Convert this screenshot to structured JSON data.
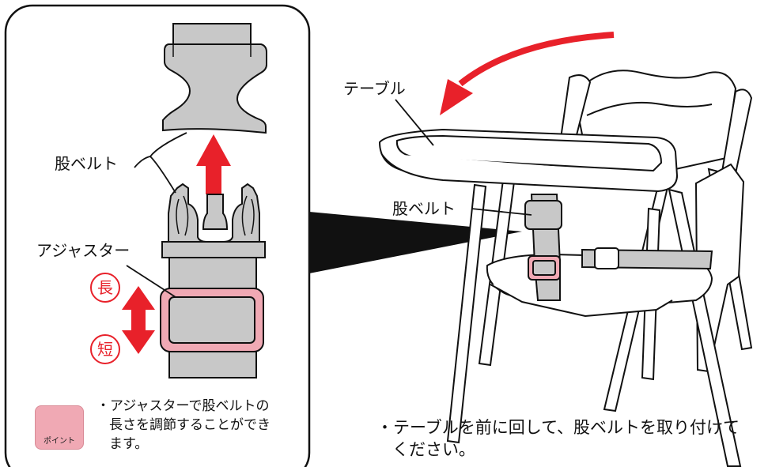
{
  "detail_panel": {
    "strap_label": "股ベルト",
    "adjuster_label": "アジャスター",
    "long_mark": "長",
    "short_mark": "短",
    "point_badge": "ポイント",
    "point_note_line1": "・アジャスターで股ベルトの",
    "point_note_line2": "長さを調節することができ",
    "point_note_line3": "ます。"
  },
  "chair_illustration": {
    "table_label": "テーブル",
    "strap_label": "股ベルト"
  },
  "instruction": {
    "line1": "・テーブルを前に回して、股ベルトを取り付けて",
    "line2": "ください。"
  },
  "colors": {
    "arrow_red": "#e8212a",
    "strap_gray": "#c8c8c8",
    "adjuster_pink": "#f0a9b4"
  }
}
